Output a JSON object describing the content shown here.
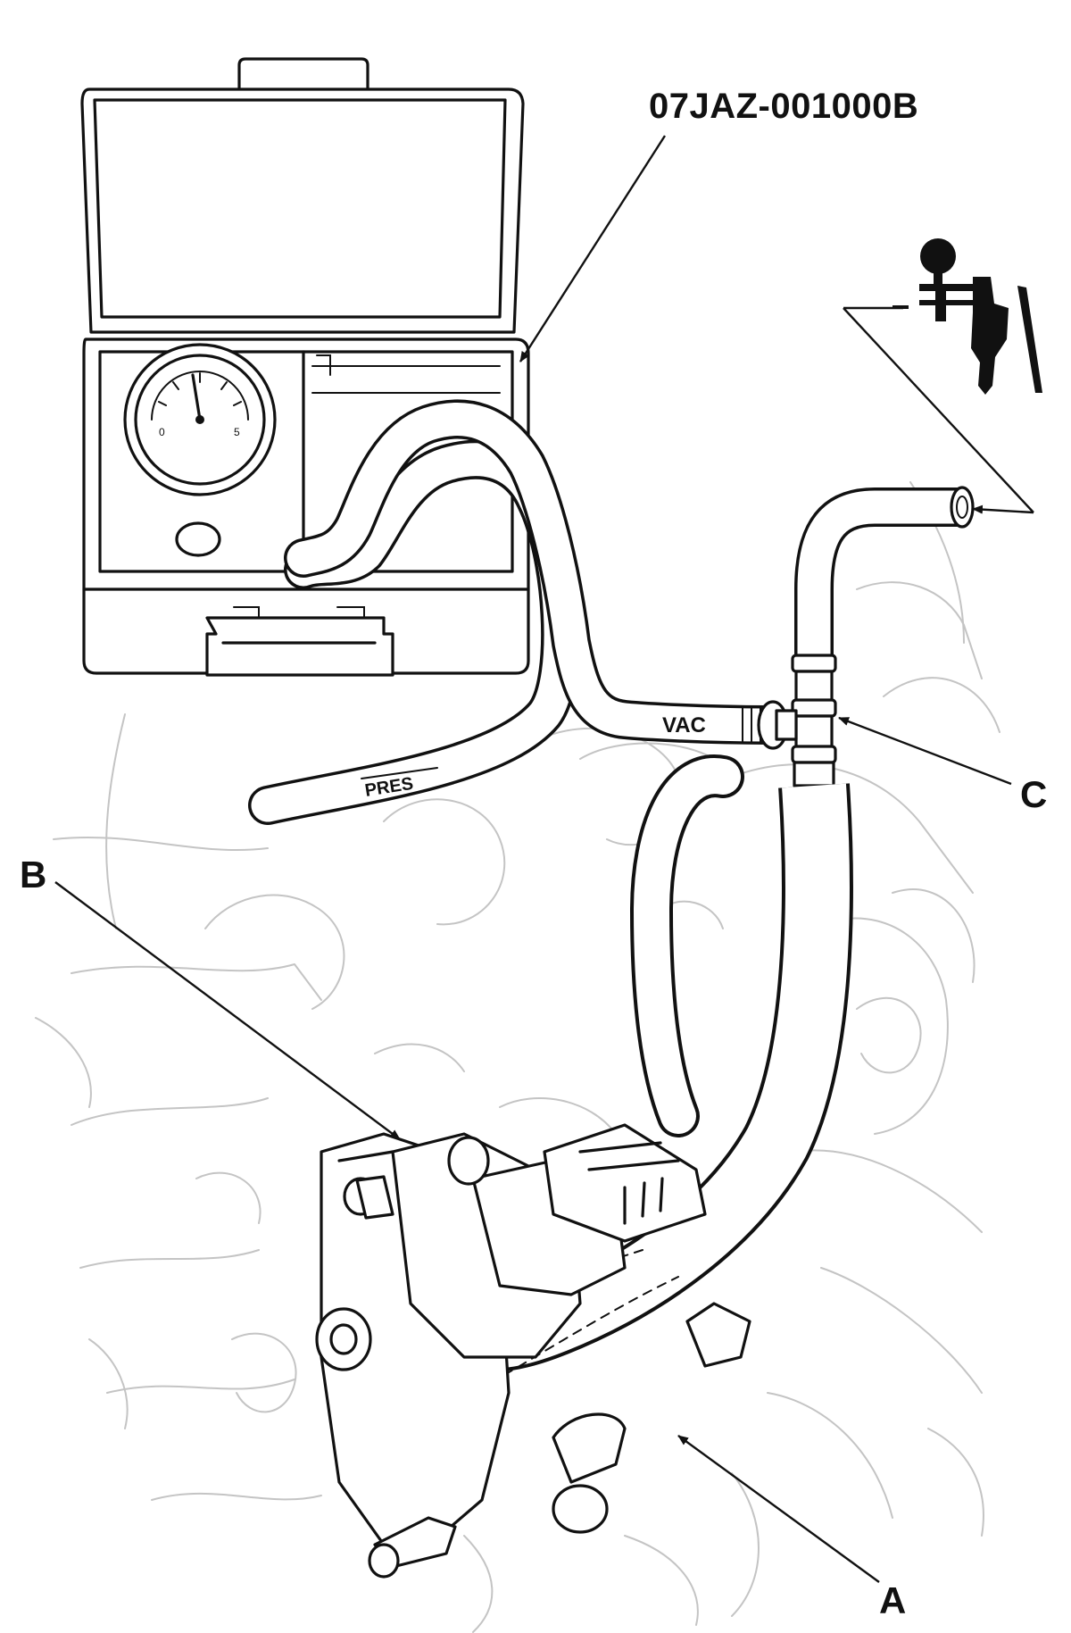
{
  "labels": {
    "part_number": "07JAZ-001000B",
    "a": "A",
    "b": "B",
    "c": "C"
  },
  "tube_labels": {
    "vac": "VAC",
    "pres": "PRES"
  },
  "colors": {
    "ink": "#111111",
    "background_lines": "#c4c4c4",
    "paper": "#ffffff"
  },
  "icons": [
    "vacuum-pump-icon"
  ]
}
